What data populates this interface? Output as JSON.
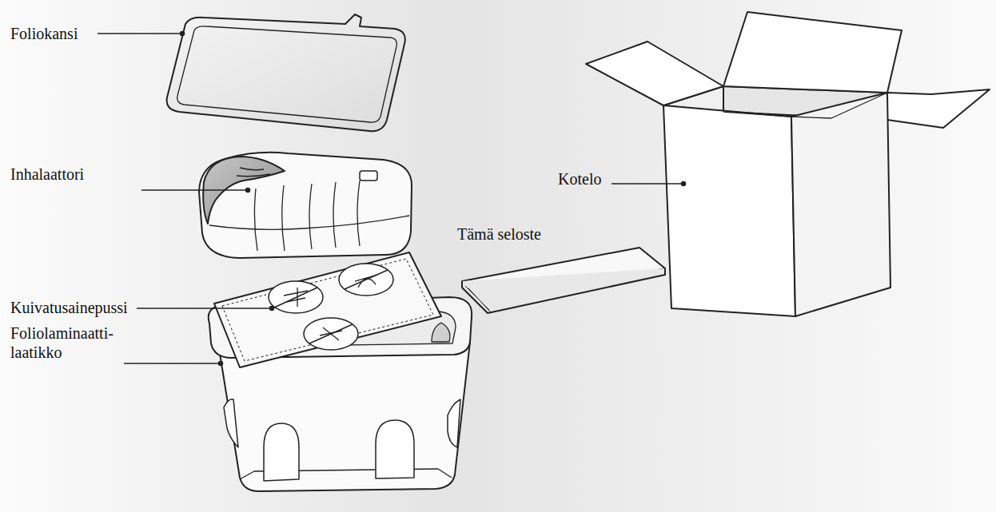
{
  "diagram": {
    "labels": [
      "Foliokansi",
      "Inhalaattori",
      "Kuivatusainepussi",
      "Foliolaminaatti- laatikko",
      "Tämä seloste",
      "Kotelo"
    ]
  }
}
